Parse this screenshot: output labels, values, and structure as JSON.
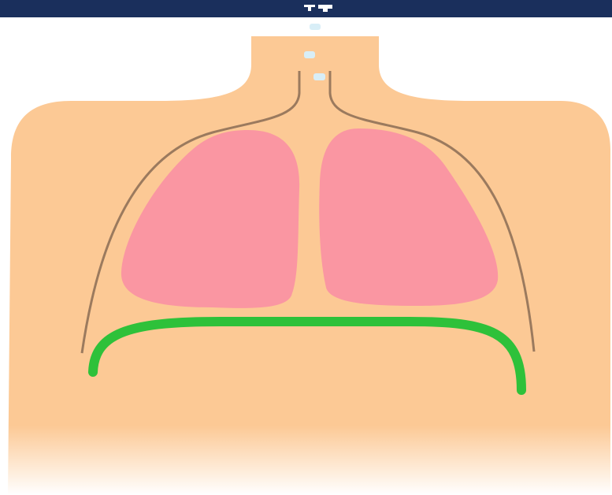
{
  "diagram": {
    "colors": {
      "header": "#1a2f5c",
      "skin": "#fcc995",
      "lungs": "#fa96a2",
      "rib_outline": "#9b7a5e",
      "diaphragm": "#2ec13a",
      "air_bubbles": "#d8eef7"
    },
    "elements": [
      "torso",
      "trachea",
      "left-lung",
      "right-lung",
      "rib-cage-outline",
      "diaphragm",
      "air-bubbles"
    ]
  }
}
